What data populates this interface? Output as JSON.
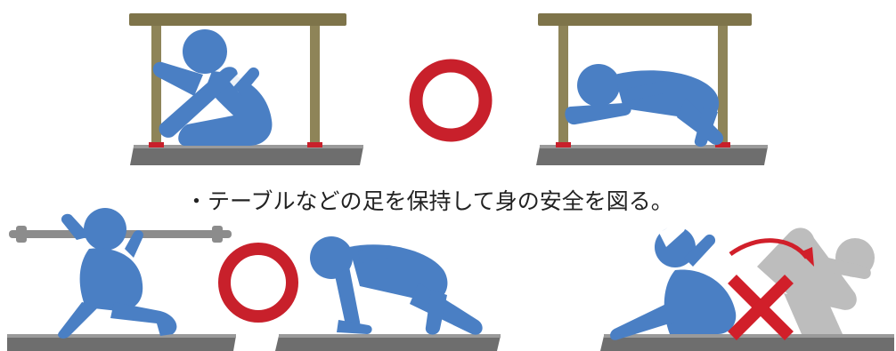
{
  "caption": "・テーブルなどの足を保持して身の安全を図る。",
  "marks": {
    "correct": "○",
    "wrong": "×"
  },
  "colors": {
    "figure": "#4a7fc4",
    "figure_shadow": "#2f5f9e",
    "table_top": "#7e744a",
    "table_leg": "#8e8458",
    "floor": "#6e6e6e",
    "correct_mark": "#c8202b",
    "wrong_mark": "#d11f2a",
    "ghost_figure": "#bdbdbd",
    "pipe": "#8c8c8c"
  },
  "panels": [
    {
      "name": "crouch-under-table-holding-leg",
      "verdict": "correct"
    },
    {
      "name": "crawl-under-table-holding-leg",
      "verdict": "correct"
    },
    {
      "name": "kneel-holding-pipe-overhead",
      "verdict": "correct"
    },
    {
      "name": "crawl-on-floor-covering-head",
      "verdict": "correct"
    },
    {
      "name": "fall-backwards-rolling",
      "verdict": "wrong"
    }
  ]
}
